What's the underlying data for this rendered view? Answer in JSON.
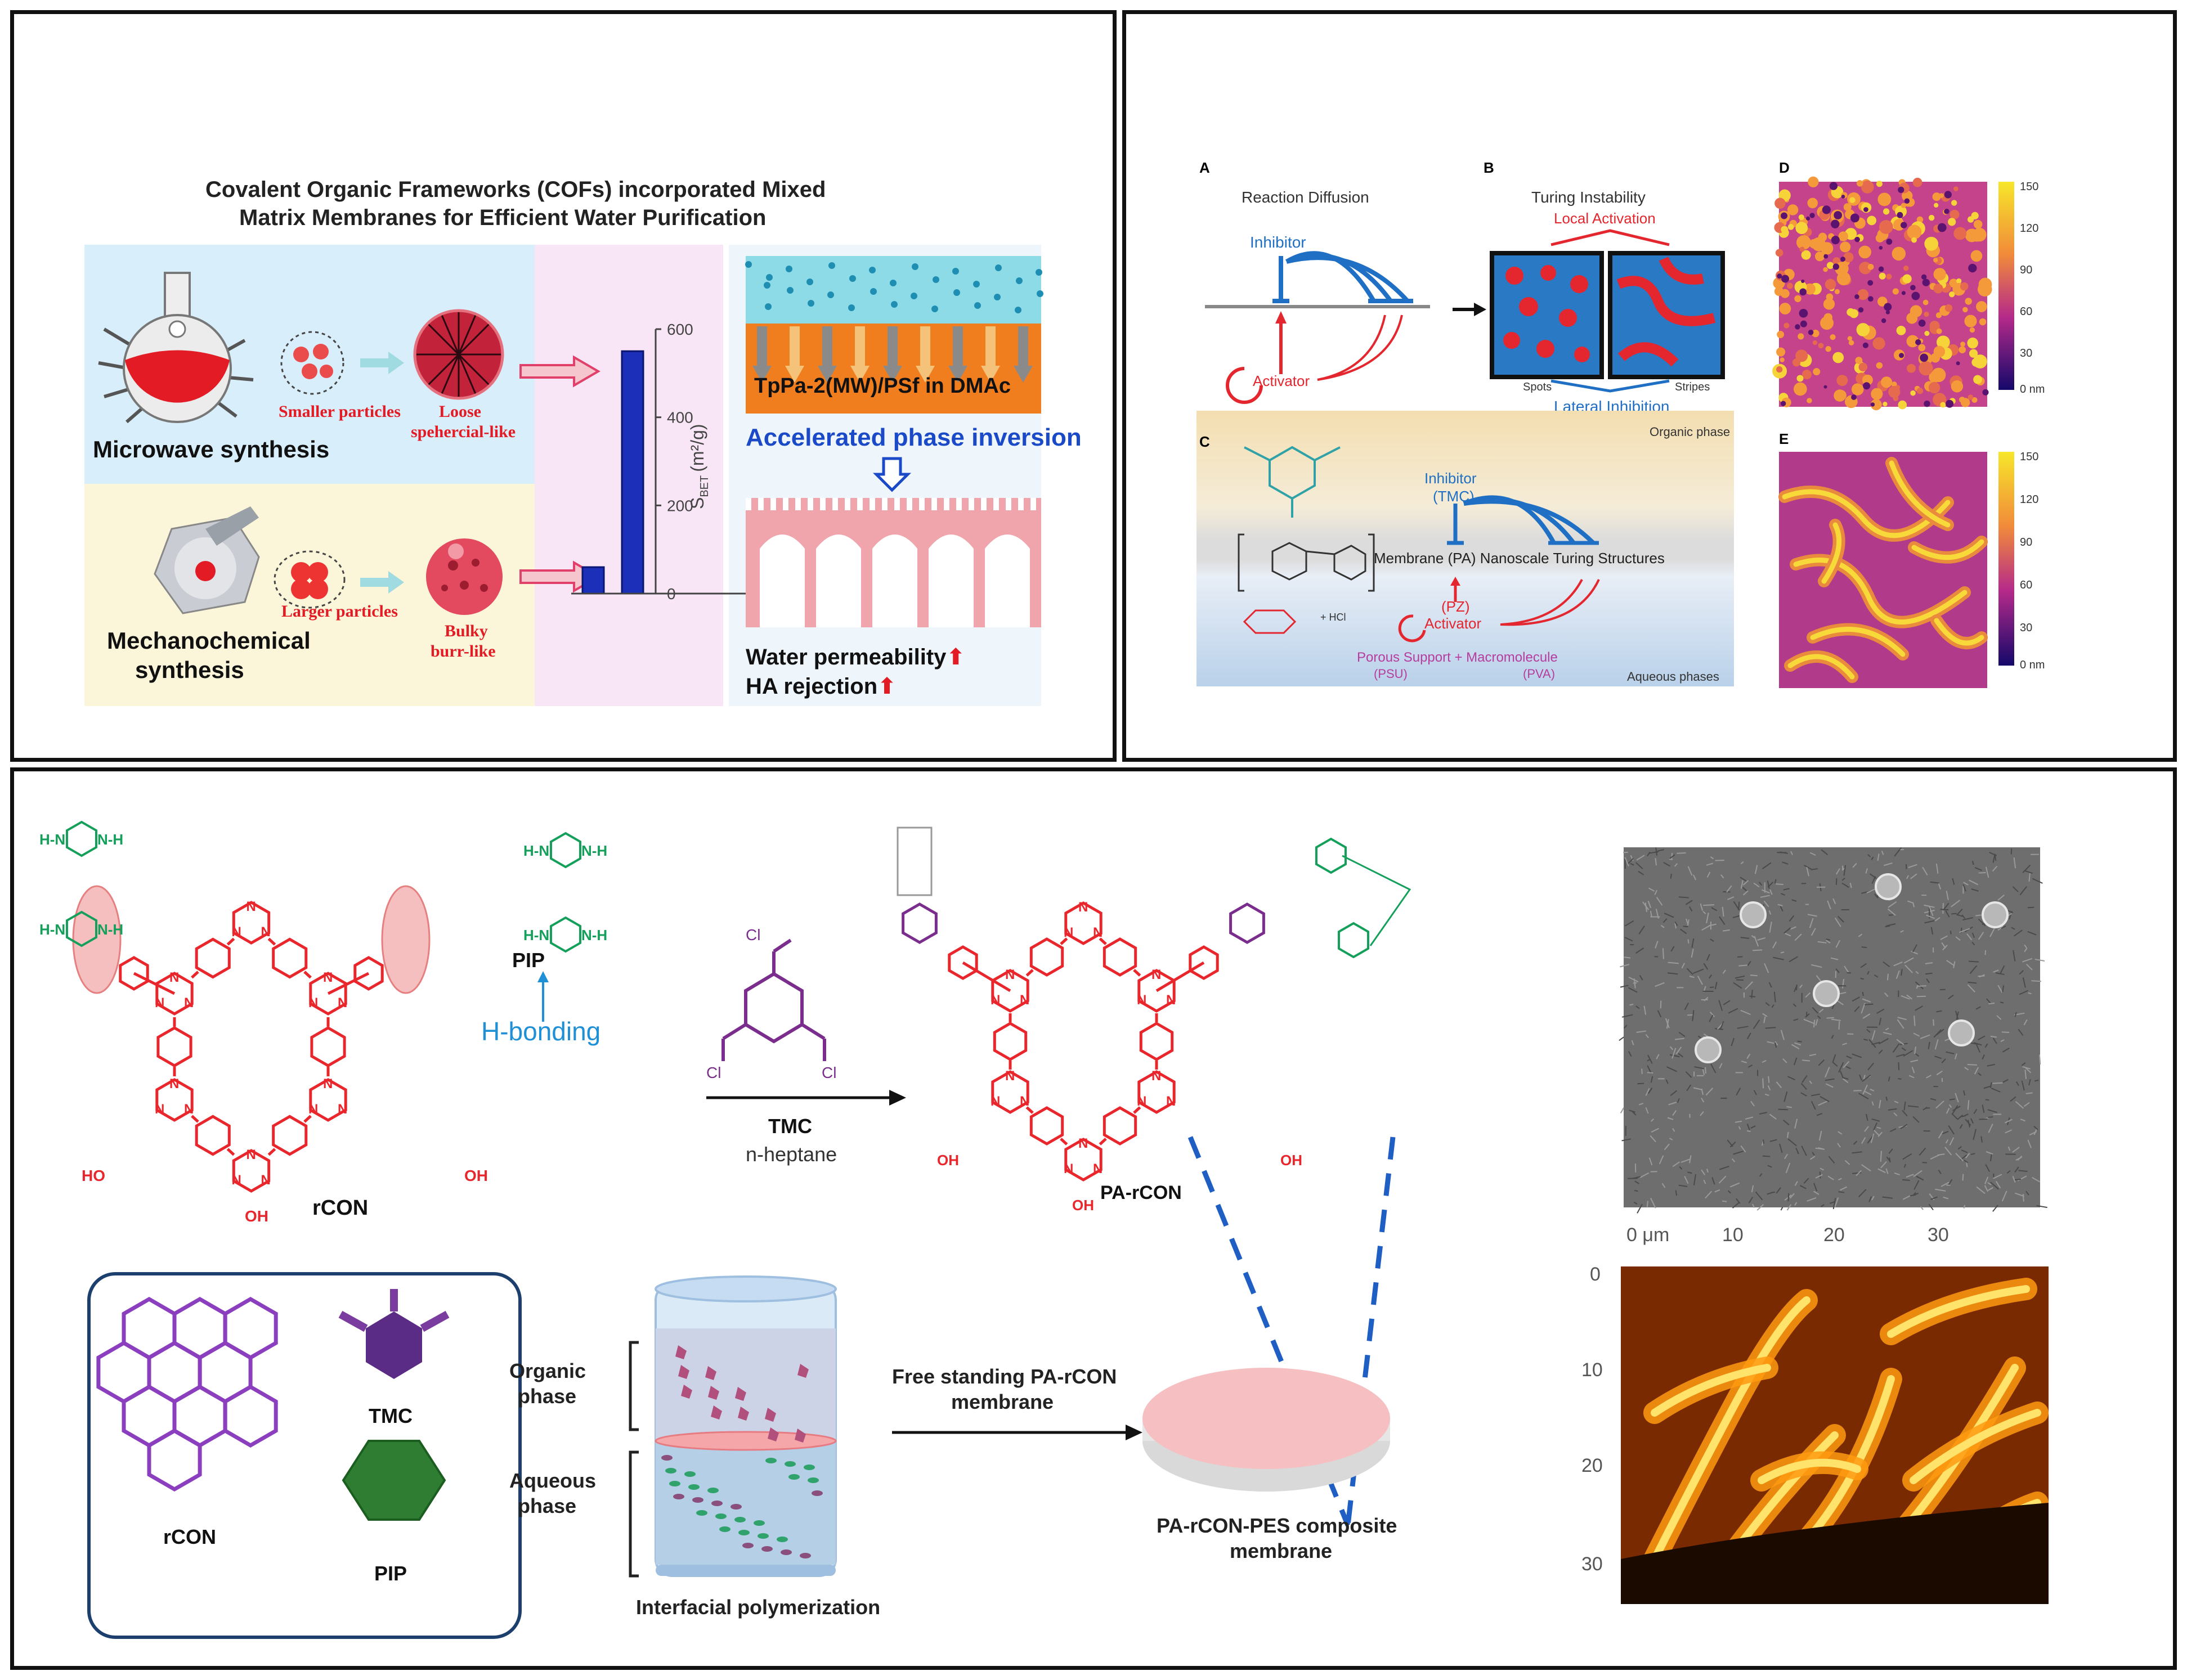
{
  "panel_a": {
    "title_line1": "Covalent Organic Frameworks (COFs) incorporated Mixed",
    "title_line2": "Matrix Membranes for Efficient Water Purification",
    "microwave_label": "Microwave synthesis",
    "mechano_label_1": "Mechanochemical",
    "mechano_label_2": "synthesis",
    "smaller_particles": "Smaller particles",
    "larger_particles": "Larger particles",
    "loose_1": "Loose",
    "loose_2": "spehercial-like",
    "bulky_1": "Bulky",
    "bulky_2": "burr-like",
    "membrane_label": "TpPa-2(MW)/PSf in DMAc",
    "phase_inversion": "Accelerated phase inversion",
    "water_perm": "Water permeability",
    "ha_rejection": "HA rejection",
    "arrow_up": "⬆",
    "chart_data": {
      "type": "bar",
      "categories": [
        "Mechanochemical",
        "Microwave"
      ],
      "values": [
        60,
        550
      ],
      "ylabel": "S",
      "ylabel_sub": "BET",
      "ylabel_unit": "(m²/g)",
      "ylim": [
        0,
        600
      ],
      "yticks": [
        "0",
        "200",
        "400",
        "600"
      ],
      "bar_color": "#1c2fb8"
    }
  },
  "panel_b": {
    "label_a": "A",
    "label_b": "B",
    "label_c": "C",
    "label_d": "D",
    "label_e": "E",
    "reaction_diffusion": "Reaction Diffusion",
    "turing_instability": "Turing Instability",
    "local_activation": "Local Activation",
    "inhibitor": "Inhibitor",
    "activator": "Activator",
    "spots": "Spots",
    "stripes": "Stripes",
    "lateral_inhibition": "Lateral Inhibition",
    "organic_phase": "Organic phase",
    "inhibitor_tmc_1": "Inhibitor",
    "inhibitor_tmc_2": "(TMC)",
    "membrane_label": "Membrane (PA) Nanoscale Turing Structures",
    "pz": "(PZ)",
    "activator_c": "Activator",
    "hcl": "+ HCl",
    "porous_support": "Porous Support + Macromolecule",
    "psu": "(PSU)",
    "pva": "(PVA)",
    "aqueous_phases": "Aqueous phases",
    "scale_ticks": [
      "150",
      "120",
      "90",
      "60",
      "30",
      "0 nm"
    ]
  },
  "panel_c": {
    "pip": "PIP",
    "h_bonding": "H-bonding",
    "rcon": "rCON",
    "tmc": "TMC",
    "n_heptane": "n-heptane",
    "pa_rcon": "PA-rCON",
    "legend_rcon": "rCON",
    "legend_tmc": "TMC",
    "legend_pip": "PIP",
    "organic_1": "Organic",
    "organic_2": "phase",
    "aqueous_1": "Aqueous",
    "aqueous_2": "phase",
    "interfacial": "Interfacial polymerization",
    "free_standing_1": "Free standing PA-rCON",
    "free_standing_2": "membrane",
    "composite_1": "PA-rCON-PES  composite",
    "composite_2": "membrane",
    "afm_x_ticks": [
      "0 μm",
      "10",
      "20",
      "30"
    ],
    "afm_y_ticks": [
      "0",
      "10",
      "20",
      "30"
    ],
    "oh": "OH",
    "ho": "HO",
    "n": "N",
    "hn": "H-N",
    "nh": "N-H",
    "cl": "Cl"
  },
  "colors": {
    "chem_red": "#e8262b",
    "chem_green": "#14a05a",
    "chem_purple": "#7b2d8e",
    "navy": "#1c2fb8",
    "accent_blue": "#1f6fc4"
  }
}
